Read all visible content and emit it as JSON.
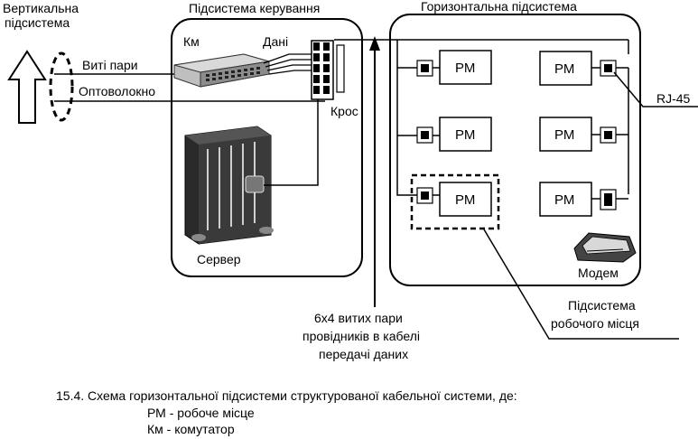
{
  "labels": {
    "vertical_subsystem_line1": "Вертикальна",
    "vertical_subsystem_line2": "підсистема",
    "management_subsystem": "Підсистема керування",
    "horizontal_subsystem": "Горизонтальна підсистема",
    "switch": "Км",
    "data": "Дані",
    "twisted_pairs": "Виті пари",
    "fiber": "Оптоволокно",
    "cross": "Крос",
    "server": "Сервер",
    "rj45": "RJ-45",
    "modem": "Модем",
    "workplace_line1": "Підсистема",
    "workplace_line2": "робочого місця",
    "cable_line1": "6х4 витих пари",
    "cable_line2": "провідників в кабелі",
    "cable_line3": "передачі даних"
  },
  "workstations": [
    "РМ",
    "РМ",
    "РМ",
    "РМ",
    "РМ",
    "РМ"
  ],
  "caption": {
    "title": "15.4. Схема горизонтальної підсистеми структурованої кабельної системи, де:",
    "line2": "РМ - робоче місце",
    "line3": "Км - комутатор"
  }
}
